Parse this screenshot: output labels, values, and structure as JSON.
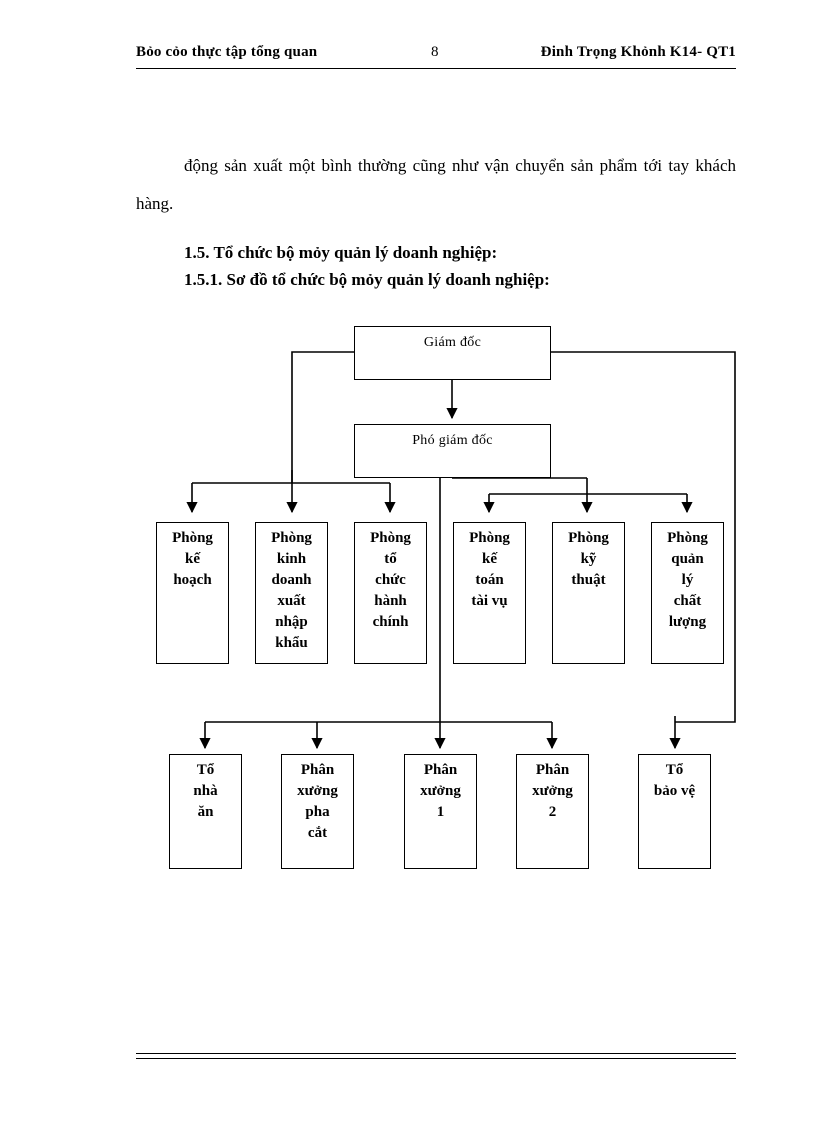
{
  "header": {
    "left_text": "Bỏo cỏo thực tập tổng quan",
    "page_number": "8",
    "right_text": "Đinh Trọng Khỏnh K14- QT1"
  },
  "body": {
    "paragraph": "động sản xuất một bình thường cũng như vận chuyển sản phẩm tới tay khách hàng."
  },
  "headings": {
    "section": "1.5. Tổ chức bộ mỏy quản lý doanh nghiệp:",
    "subsection": "1.5.1. Sơ đồ tổ chức bộ mỏy quản lý doanh nghiệp:"
  },
  "org_chart": {
    "level1": [
      {
        "id": "giam-doc",
        "label": "Giám đốc"
      }
    ],
    "level2": [
      {
        "id": "pho-giam-doc",
        "label": "Phó giám đốc"
      }
    ],
    "level3": [
      {
        "id": "phong-ke-hoach",
        "label": "Phòng\nkế\nhoạch"
      },
      {
        "id": "phong-kinh-doanh-xuat-nhap-khau",
        "label": "Phòng\nkinh\ndoanh\nxuất\nnhập\nkhẩu"
      },
      {
        "id": "phong-to-chuc-hanh-chinh",
        "label": "Phòng\ntổ\nchức\nhành\nchính"
      },
      {
        "id": "phong-ke-toan-tai-vu",
        "label": "Phòng\nkế\ntoán\ntài vụ"
      },
      {
        "id": "phong-ky-thuat",
        "label": "Phòng\nkỹ\nthuật"
      },
      {
        "id": "phong-quan-ly-chat-luong",
        "label": "Phòng\nquản\nlý\nchất\nlượng"
      }
    ],
    "level4": [
      {
        "id": "to-nha-an",
        "label": "Tổ\nnhà\năn"
      },
      {
        "id": "phan-xuong-pha-cat",
        "label": "Phân\nxưởng\npha\ncắt"
      },
      {
        "id": "phan-xuong-1",
        "label": "Phân\nxưởng\n1"
      },
      {
        "id": "phan-xuong-2",
        "label": "Phân\nxưởng\n2"
      },
      {
        "id": "to-bao-ve",
        "label": "Tổ\nbảo vệ"
      }
    ]
  },
  "colors": {
    "ink": "#000000",
    "paper": "#ffffff"
  }
}
